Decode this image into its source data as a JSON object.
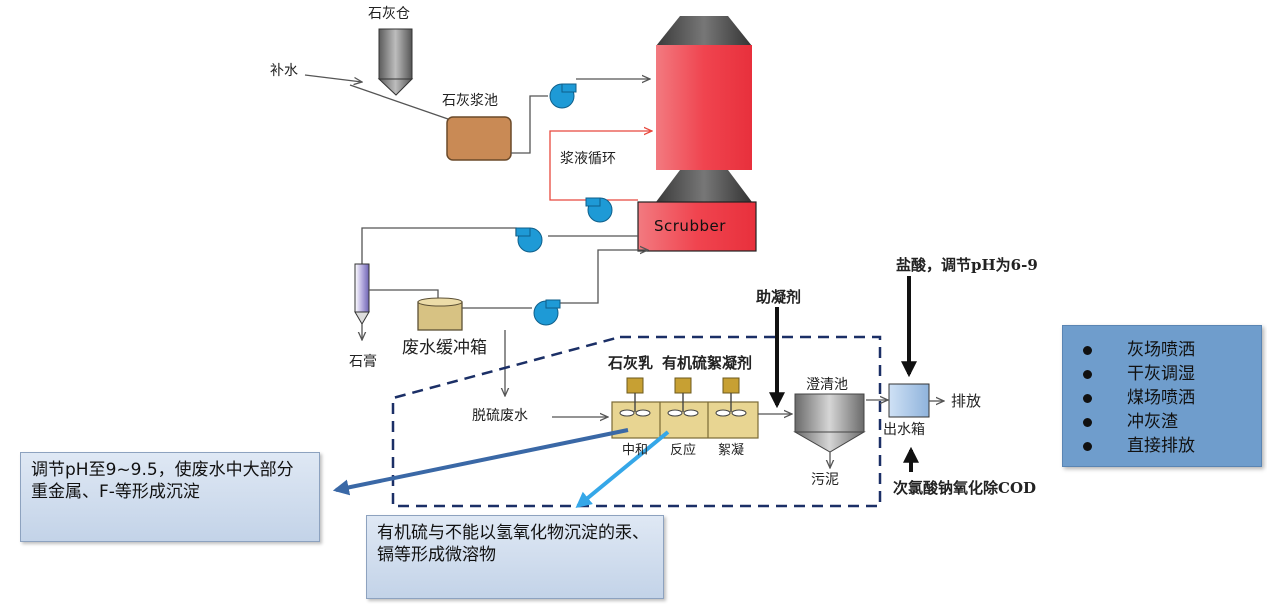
{
  "labels": {
    "lime_silo": "石灰仓",
    "makeup_water": "补水",
    "lime_slurry_tank": "石灰浆池",
    "slurry_circulation": "浆液循环",
    "scrubber": "Scrubber",
    "gypsum": "石膏",
    "buffer_tank": "废水缓冲箱",
    "desulfur_wastewater": "脱硫废水",
    "lime_milk": "石灰乳",
    "organic_sulfur_flocculant": "有机硫絮凝剂",
    "coagulant_aid": "助凝剂",
    "clarifier": "澄清池",
    "sludge": "污泥",
    "neutralization": "中和",
    "reaction": "反应",
    "flocculation": "絮凝",
    "hcl_adjust": "盐酸，调节pH为6-9",
    "discharge": "排放",
    "outlet_tank": "出水箱",
    "hypochlorite_cod": "次氯酸钠氧化除COD"
  },
  "notes": {
    "neutralize_note": "调节pH至9~9.5，使废水中大部分重金属、F-等形成沉淀",
    "organic_sulfur_note": "有机硫与不能以氢氧化物沉淀的汞、镉等形成微溶物"
  },
  "uses": [
    "灰场喷洒",
    "干灰调湿",
    "煤场喷洒",
    "冲灰渣",
    "直接排放"
  ],
  "colors": {
    "scrubber_red": "#f0444f",
    "pump_blue": "#1e9ad6",
    "slurry_brown": "#c98a55",
    "buffer_tan": "#d7c283",
    "dashed_navy": "#1b2f66",
    "arrow_dark_blue": "#3a68a6",
    "arrow_light_blue": "#35a7e8",
    "recycle_line_red": "#e8483d",
    "use_box_blue": "#6f9dcc"
  }
}
